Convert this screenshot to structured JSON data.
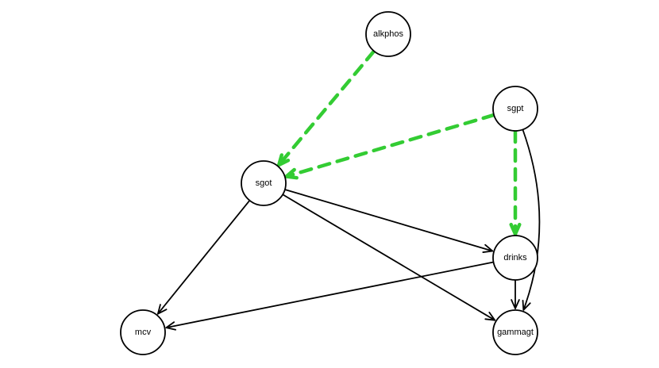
{
  "colors": {
    "directed": "#000000",
    "highlighted": "#33cc33"
  },
  "nodes": [
    {
      "id": "alkphos",
      "label": "alkphos"
    },
    {
      "id": "sgpt",
      "label": "sgpt"
    },
    {
      "id": "sgot",
      "label": "sgot"
    },
    {
      "id": "drinks",
      "label": "drinks"
    },
    {
      "id": "mcv",
      "label": "mcv"
    },
    {
      "id": "gammagt",
      "label": "gammagt"
    }
  ],
  "edges": [
    {
      "from": "alkphos",
      "to": "sgot",
      "style": "dashed"
    },
    {
      "from": "sgpt",
      "to": "sgot",
      "style": "dashed"
    },
    {
      "from": "sgpt",
      "to": "drinks",
      "style": "dashed"
    },
    {
      "from": "sgpt",
      "to": "gammagt",
      "style": "solid"
    },
    {
      "from": "sgot",
      "to": "drinks",
      "style": "solid"
    },
    {
      "from": "sgot",
      "to": "gammagt",
      "style": "solid"
    },
    {
      "from": "sgot",
      "to": "mcv",
      "style": "solid"
    },
    {
      "from": "drinks",
      "to": "mcv",
      "style": "solid"
    },
    {
      "from": "drinks",
      "to": "gammagt",
      "style": "solid"
    }
  ]
}
